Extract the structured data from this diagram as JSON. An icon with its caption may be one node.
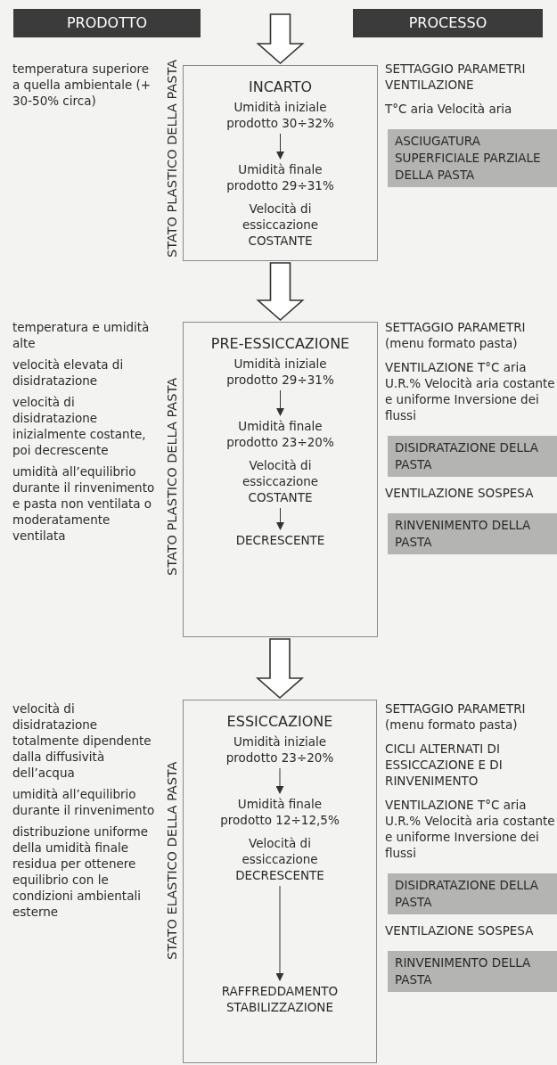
{
  "diagram": {
    "nodes": [
      {
        "text": [
          "PRODOTTO"
        ]
      },
      {
        "text": [
          "PROCESSO"
        ]
      },
      {
        "text": [
          "INCARTO"
        ]
      },
      {
        "text": [
          "Umidità iniziale prodotto 30÷32%"
        ],
        "in": 2
      },
      {
        "text": [
          "Umidità finale prodotto 29÷31%"
        ],
        "in": 2
      },
      {
        "text": [
          "Velocità di essiccazione",
          "COSTANTE"
        ],
        "in": 2
      },
      {
        "text": [
          "ASCIUGATURA SUPERFICIALE PARZIALE DELLA PASTA"
        ]
      },
      {
        "text": [
          "PRE-ESSICCAZIONE"
        ]
      },
      {
        "text": [
          "Umidità iniziale prodotto 29÷31%"
        ],
        "in": 7
      },
      {
        "text": [
          "Umidità finale prodotto 23÷20%"
        ],
        "in": 7
      },
      {
        "text": [
          "Velocità di essiccazione",
          "COSTANTE"
        ],
        "in": 7
      },
      {
        "text": [
          "DECRESCENTE"
        ],
        "in": 7
      },
      {
        "text": [
          "DISIDRATAZIONE DELLA PASTA"
        ]
      },
      {
        "text": [
          "RINVENIMENTO DELLA PASTA"
        ]
      },
      {
        "text": [
          "ESSICCAZIONE"
        ]
      },
      {
        "text": [
          "Umidità iniziale prodotto 23÷20%"
        ],
        "in": 14
      },
      {
        "text": [
          "Umidità finale prodotto 12÷12,5%"
        ],
        "in": 14
      },
      {
        "text": [
          "Velocità di essiccazione",
          "DECRESCENTE"
        ],
        "in": 14
      },
      {
        "text": [
          "RAFFREDDAMENTO STABILIZZAZIONE"
        ],
        "in": 14
      },
      {
        "text": [
          "DISIDRATAZIONE DELLA PASTA"
        ]
      },
      {
        "text": [
          "RINVENIMENTO DELLA PASTA"
        ]
      }
    ],
    "edges": [
      {
        "from": null,
        "to": 2,
        "arrow": "to",
        "style": "thick"
      },
      {
        "from": 2,
        "to": 7,
        "arrow": "to",
        "style": "thick"
      },
      {
        "from": 7,
        "to": 14,
        "arrow": "to",
        "style": "thick"
      },
      {
        "from": 3,
        "to": 4,
        "arrow": "to"
      },
      {
        "from": 8,
        "to": 9,
        "arrow": "to"
      },
      {
        "from": 10,
        "to": 11,
        "arrow": "to"
      },
      {
        "from": 15,
        "to": 16,
        "arrow": "to"
      },
      {
        "from": 17,
        "to": 18,
        "arrow": "to"
      }
    ],
    "labels": [
      "temperatura superiore a quella ambientale (+ 30-50% circa)",
      "STATO PLASTICO DELLA PASTA",
      "SETTAGGIO PARAMETRI VENTILAZIONE",
      "T°C aria Velocità aria",
      "temperatura e umidità alte",
      "velocità elevata di disidratazione",
      "velocità di disidratazione inizialmente costante, poi decrescente",
      "umidità all’equilibrio durante il rinvenimento e pasta non ventilata o moderatamente ventilata",
      "STATO PLASTICO DELLA PASTA",
      "SETTAGGIO PARAMETRI (menu formato pasta)",
      "VENTILAZIONE T°C aria U.R.% Velocità aria costante e uniforme Inversione dei flussi",
      "VENTILAZIONE SOSPESA",
      "velocità di disidratazione totalmente dipendente dalla diffusività dell’acqua",
      "umidità all’equilibrio durante il rinvenimento",
      "distribuzione uniforme della umidità finale residua per ottenere equilibrio con le condizioni ambientali esterne",
      "STATO ELASTICO DELLA PASTA",
      "SETTAGGIO PARAMETRI (menu formato pasta)",
      "CICLI ALTERNATI DI ESSICCAZIONE E DI RINVENIMENTO",
      "VENTILAZIONE T°C aria U.R.% Velocità aria costante e uniforme Inversione dei flussi",
      "VENTILAZIONE SOSPESA"
    ]
  }
}
